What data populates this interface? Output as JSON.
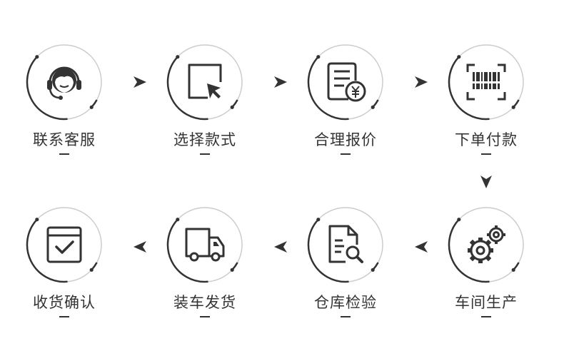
{
  "colors": {
    "ink": "#333333",
    "ring": "#cccccc",
    "background": "#ffffff"
  },
  "steps": [
    {
      "label": "联系客服",
      "icon": "customer-service-headset-icon"
    },
    {
      "label": "选择款式",
      "icon": "cursor-select-icon"
    },
    {
      "label": "合理报价",
      "icon": "price-quote-icon"
    },
    {
      "label": "下单付款",
      "icon": "barcode-scan-icon"
    },
    {
      "label": "车间生产",
      "icon": "gears-icon"
    },
    {
      "label": "仓库检验",
      "icon": "document-inspect-icon"
    },
    {
      "label": "装车发货",
      "icon": "delivery-truck-icon"
    },
    {
      "label": "收货确认",
      "icon": "checked-box-icon"
    }
  ]
}
